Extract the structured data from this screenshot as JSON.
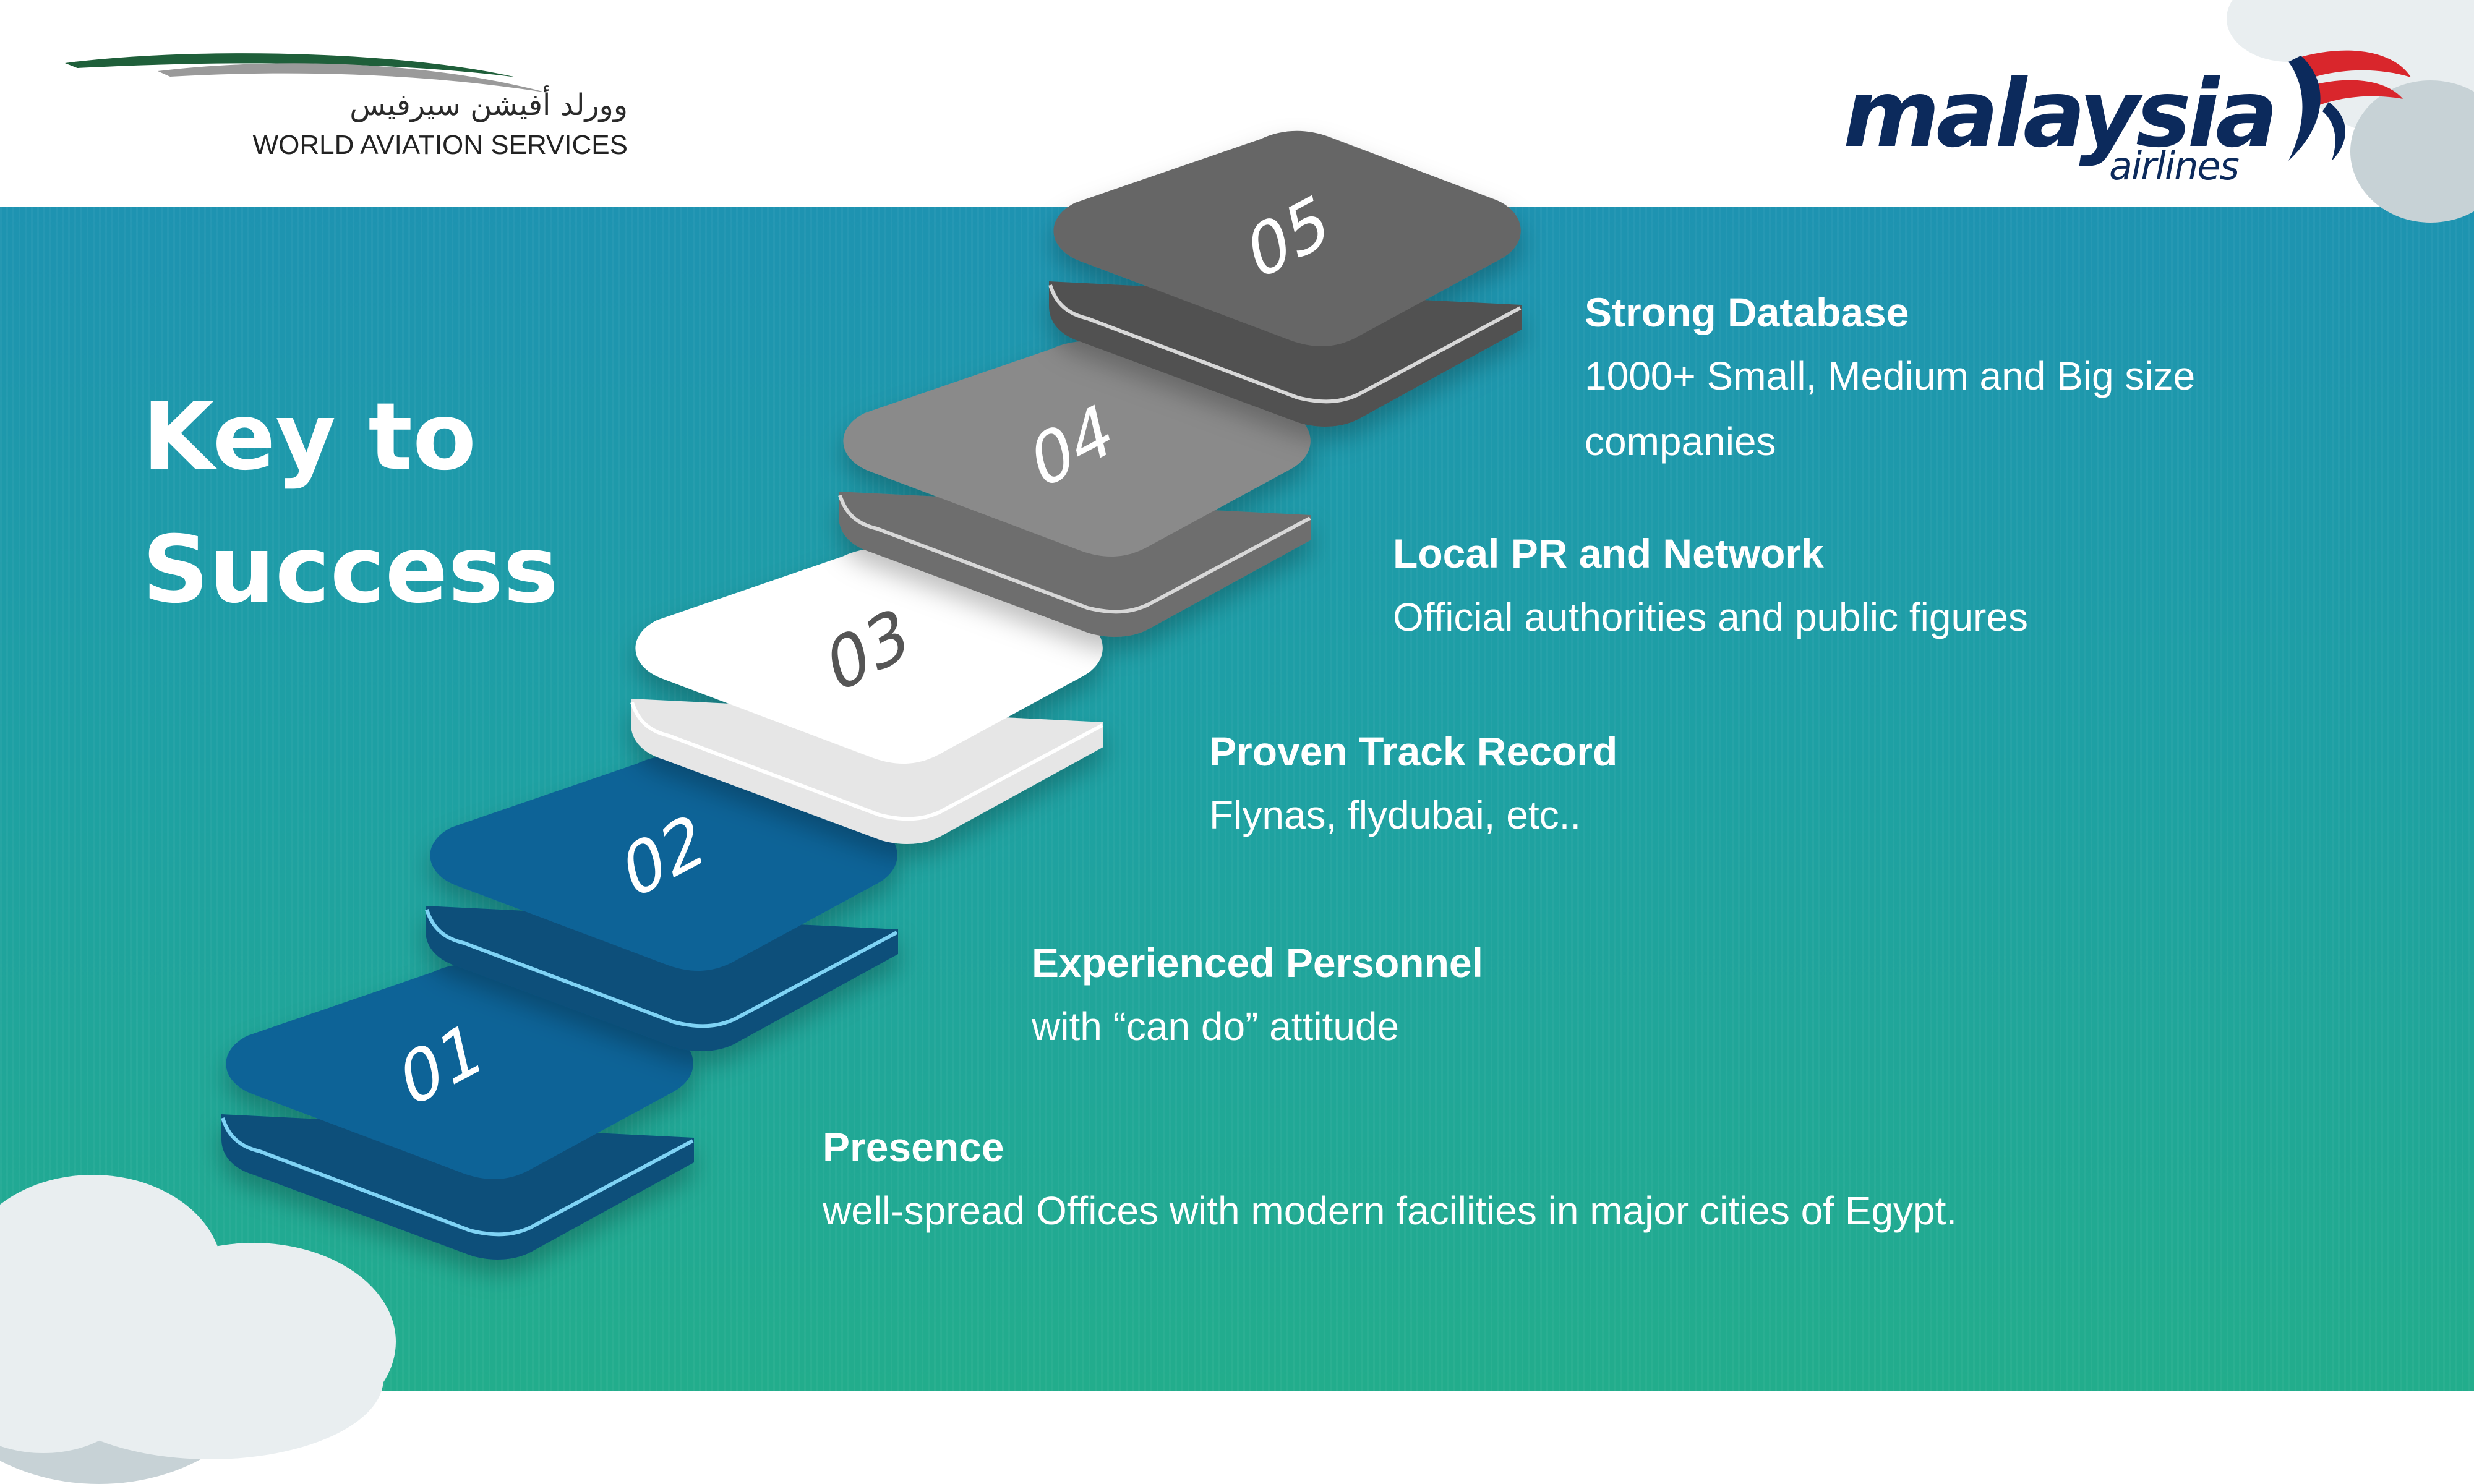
{
  "header": {
    "left_logo": {
      "arabic_text": "وورلد أفيشن سيرفيس",
      "english_text": "WORLD AVIATION SERVICES"
    },
    "right_logo": {
      "name": "malaysia",
      "subtitle": "airlines"
    }
  },
  "title": {
    "line1": "Key to",
    "line2": "Success"
  },
  "steps": [
    {
      "number": "01",
      "title": "Presence",
      "text": "well-spread Offices with modern facilities in major cities of Egypt.",
      "top_color": "#0d6397",
      "side_color": "#0a4f7a",
      "edge_color": "#7fd3f5",
      "num_color": "#ffffff"
    },
    {
      "number": "02",
      "title": "Experienced Personnel",
      "text": "with “can do” attitude",
      "top_color": "#0d6397",
      "side_color": "#0a4f7a",
      "edge_color": "#7fd3f5",
      "num_color": "#ffffff"
    },
    {
      "number": "03",
      "title": "Proven Track Record",
      "text": "Flynas, flydubai, etc..",
      "top_color": "#ffffff",
      "side_color": "#e6e6e6",
      "edge_color": "#ffffff",
      "num_color": "#555555"
    },
    {
      "number": "04",
      "title": "Local PR and Network",
      "text": "Official authorities and public figures",
      "top_color": "#8a8a8a",
      "side_color": "#6e6e6e",
      "edge_color": "#d8d8d8",
      "num_color": "#ffffff"
    },
    {
      "number": "05",
      "title": "Strong Database",
      "text_line1": "1000+ Small, Medium and Big size",
      "text_line2": "companies",
      "top_color": "#666666",
      "side_color": "#515151",
      "edge_color": "#d8d8d8",
      "num_color": "#ffffff"
    }
  ],
  "colors": {
    "header_bg": "#ffffff",
    "main_bg_top": "#1e93b1",
    "main_bg_bottom": "#22ad8c",
    "brand_navy": "#0c2a5c",
    "brand_red": "#d9262c"
  }
}
